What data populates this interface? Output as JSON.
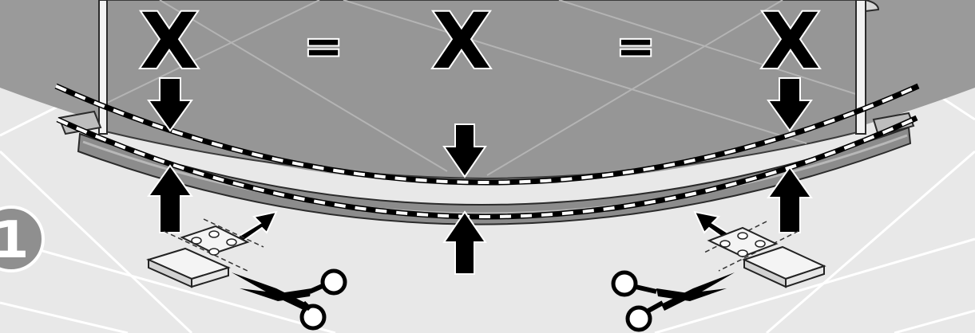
{
  "labels": {
    "x_left": "X",
    "eq_left": "=",
    "x_center": "X",
    "eq_right": "=",
    "x_right": "X"
  },
  "step_number": "1",
  "colors": {
    "wall": "#9a9a9a",
    "floor": "#e8e8e8",
    "tile_lines": "#ffffff",
    "glass": "#969696",
    "tray_rail": "#8c8c8c",
    "arrow": "#000000",
    "badge": "#8f8f8f"
  },
  "icons": [
    "scissors-icon",
    "arrow-down-icon",
    "arrow-up-icon",
    "clip-icon",
    "equal-sign"
  ]
}
